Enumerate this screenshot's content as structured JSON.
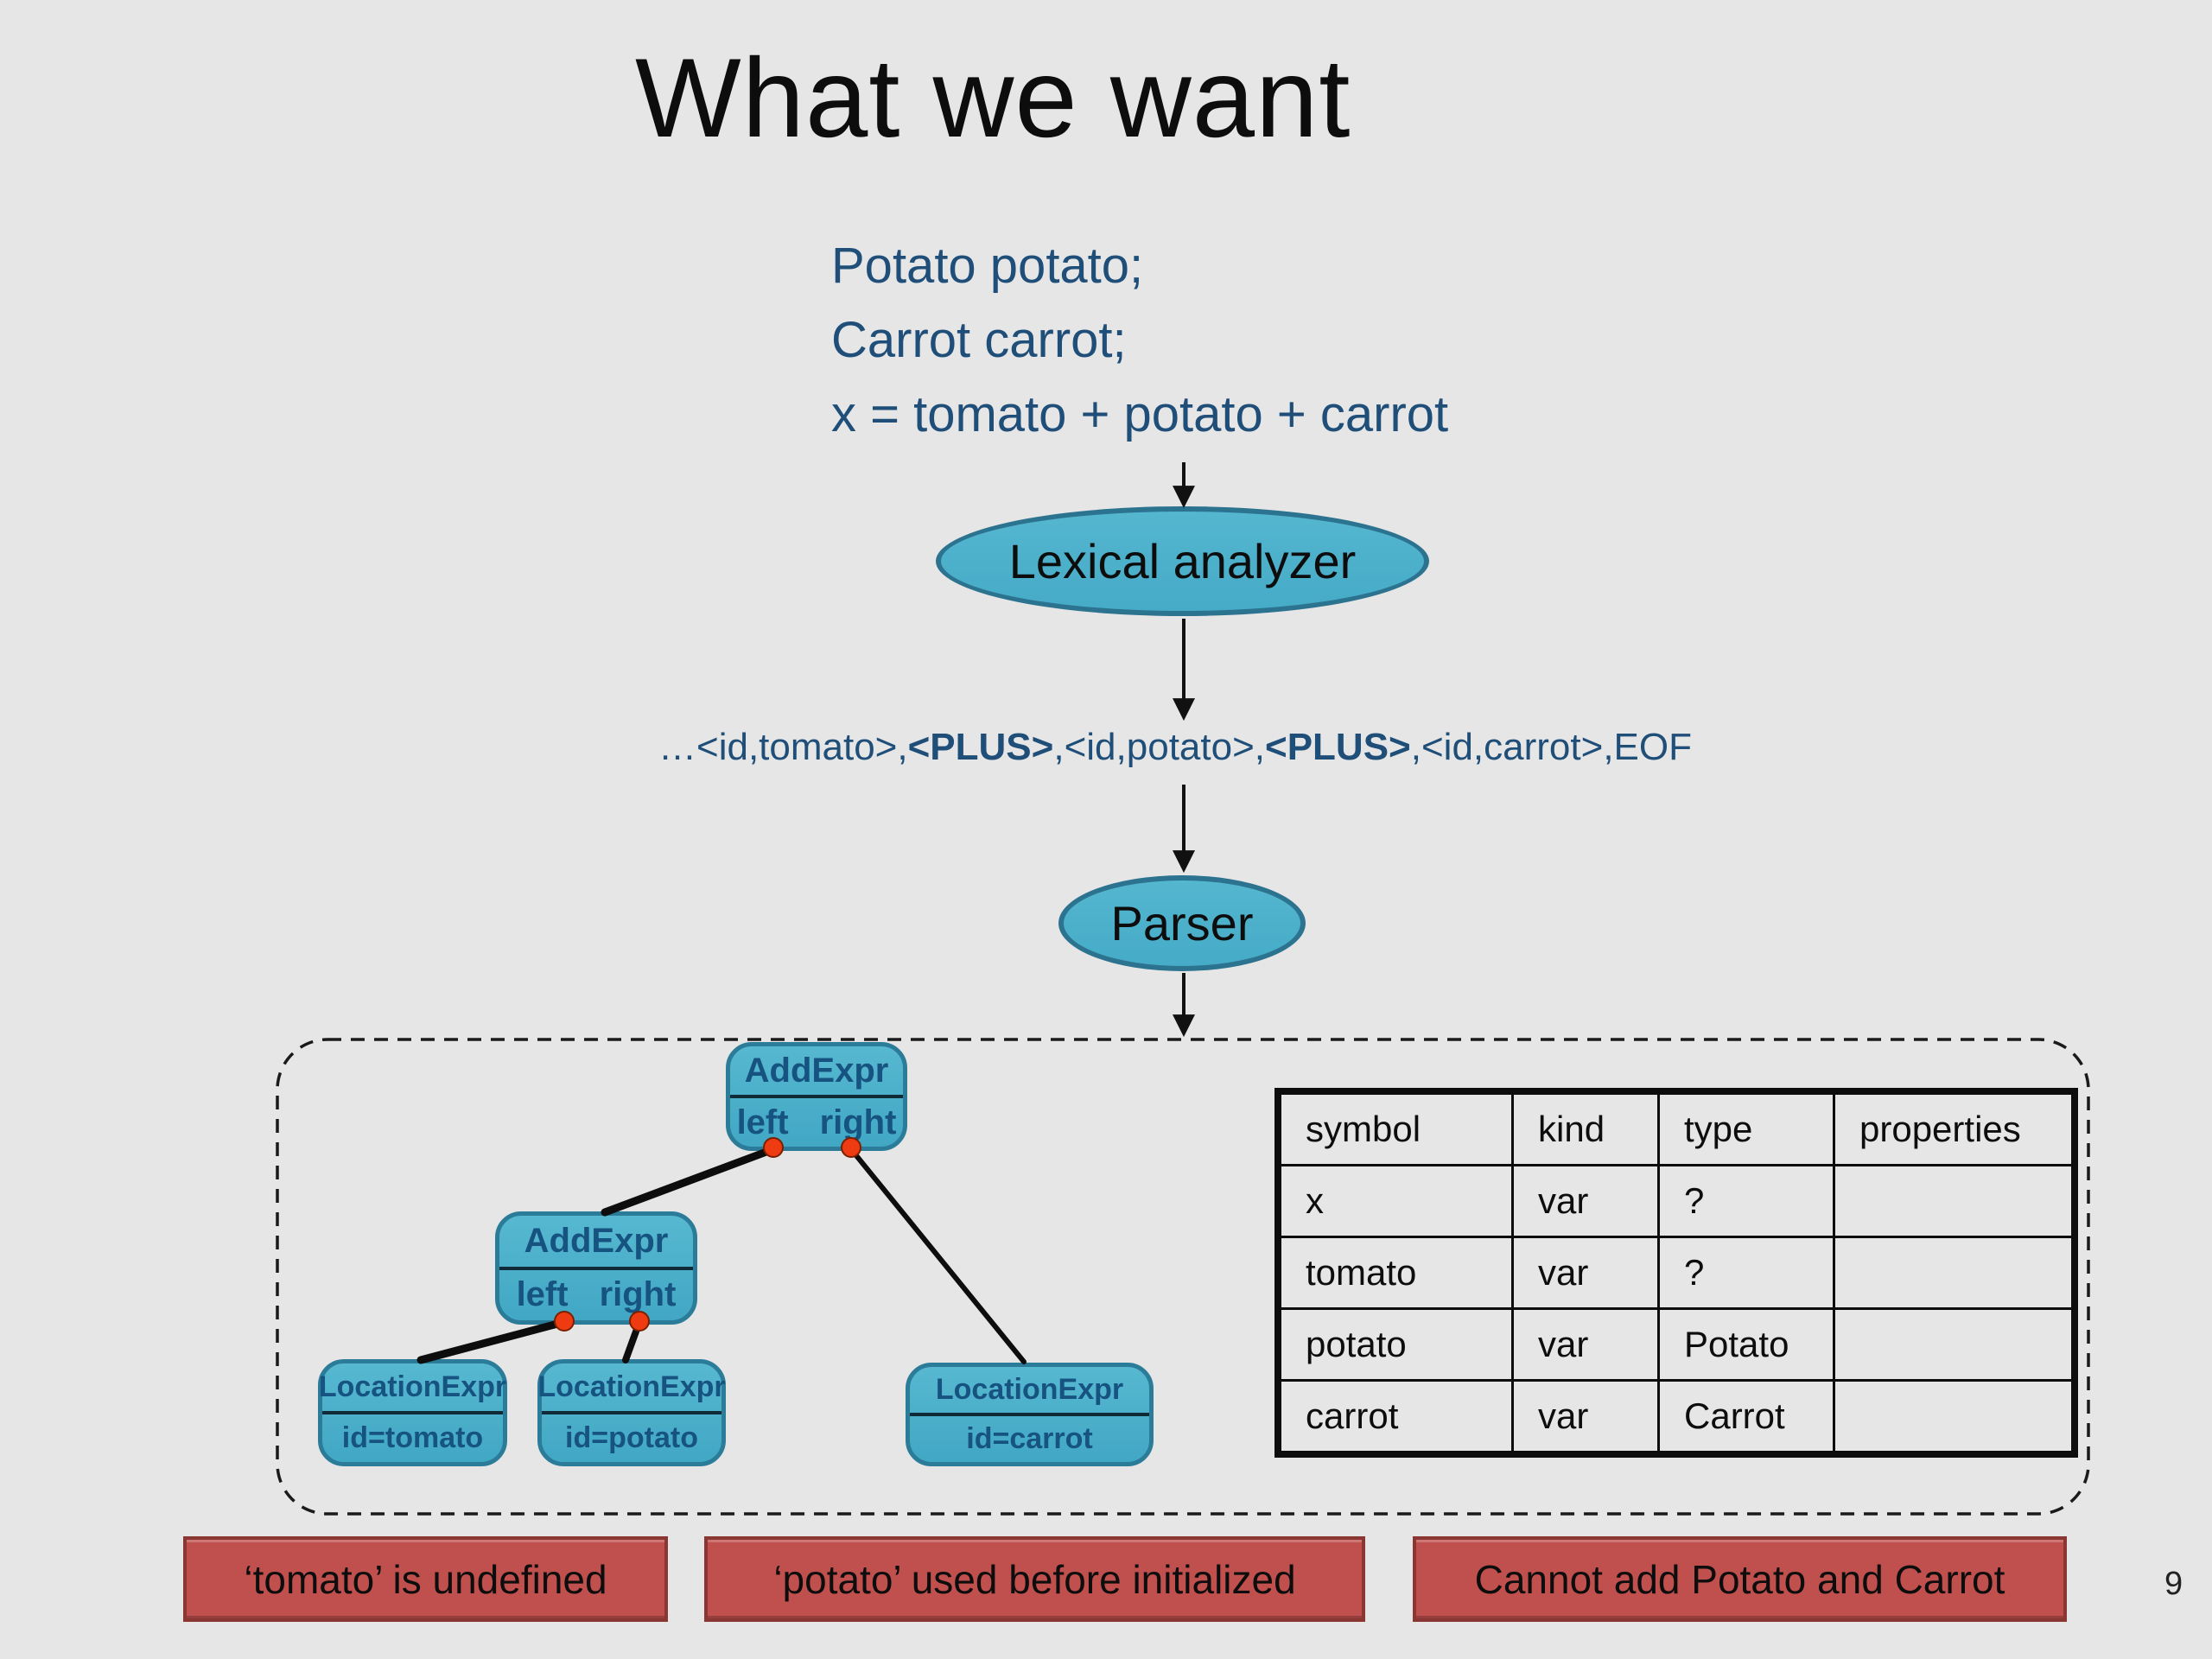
{
  "slide": {
    "title": "What we want",
    "page_number": "9"
  },
  "code": {
    "lines": [
      "Potato potato;",
      "Carrot carrot;",
      "x = tomato + potato + carrot"
    ]
  },
  "lexer": {
    "label": "Lexical analyzer"
  },
  "tokens": {
    "prefix": "…<id,tomato>,",
    "plus1": "<PLUS>",
    "mid": ",<id,potato>,",
    "plus2": "<PLUS>",
    "suffix": ",<id,carrot>,EOF"
  },
  "parser": {
    "label": "Parser"
  },
  "ast": {
    "add1": {
      "name": "AddExpr",
      "left": "left",
      "right": "right"
    },
    "add2": {
      "name": "AddExpr",
      "left": "left",
      "right": "right"
    },
    "loc_tomato": {
      "name": "LocationExpr",
      "field": "id=tomato"
    },
    "loc_potato": {
      "name": "LocationExpr",
      "field": "id=potato"
    },
    "loc_carrot": {
      "name": "LocationExpr",
      "field": "id=carrot"
    }
  },
  "symbol_table": {
    "headers": [
      "symbol",
      "kind",
      "type",
      "properties"
    ],
    "rows": [
      [
        "x",
        "var",
        "?",
        ""
      ],
      [
        "tomato",
        "var",
        "?",
        ""
      ],
      [
        "potato",
        "var",
        "Potato",
        ""
      ],
      [
        "carrot",
        "var",
        "Carrot",
        ""
      ]
    ]
  },
  "errors": [
    "‘tomato’ is undefined",
    "‘potato’ used before initialized",
    "Cannot add Potato and Carrot"
  ],
  "colors": {
    "background": "#e6e6e6",
    "accent_blue_text": "#1f4e79",
    "node_fill": "#4cafc9",
    "node_border": "#2b7c99",
    "node_text": "#165380",
    "error_fill": "#c0504d",
    "error_border": "#8a3734",
    "connector_dot": "#ee3b12",
    "table_border": "#0d0d0d"
  }
}
